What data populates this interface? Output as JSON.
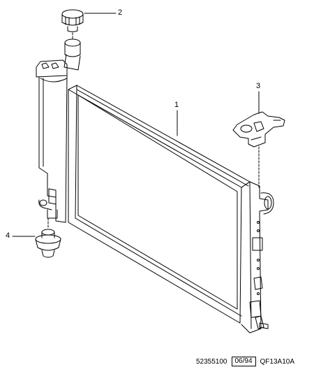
{
  "callouts": {
    "one": "1",
    "two": "2",
    "three": "3",
    "four": "4"
  },
  "footer": {
    "part_number": "52355100",
    "date_code": "06/94",
    "figure_code": "QF13A10A"
  },
  "colors": {
    "line": "#000000",
    "background": "#ffffff"
  }
}
